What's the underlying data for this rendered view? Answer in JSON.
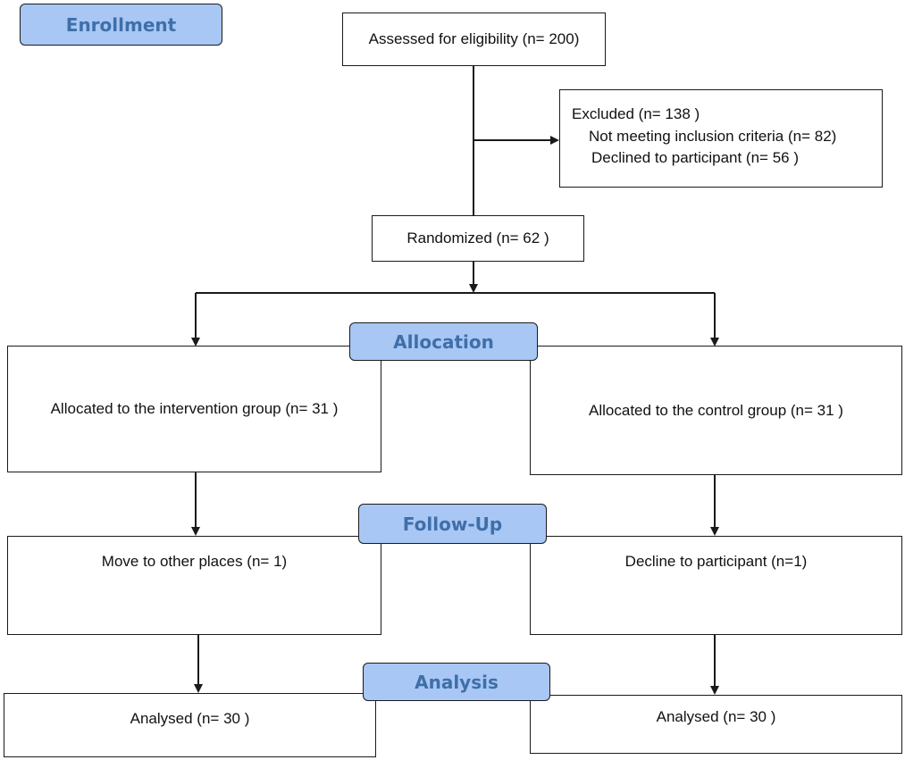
{
  "stages": {
    "enrollment": "Enrollment",
    "allocation": "Allocation",
    "follow_up": "Follow-Up",
    "analysis": "Analysis"
  },
  "assessed": "Assessed for eligibility (n= 200)",
  "excluded": {
    "title": "Excluded  (n= 138 )",
    "items": [
      "Not meeting inclusion criteria (n= 82)",
      "Declined to participant (n= 56 )"
    ]
  },
  "randomized": "Randomized (n= 62 )",
  "allocation": {
    "intervention": "Allocated to the intervention group (n= 31 )",
    "control": "Allocated to the control group (n= 31 )"
  },
  "follow_up": {
    "intervention": "Move to other places (n= 1)",
    "control": "Decline to participant (n=1)"
  },
  "analysis": {
    "intervention": "Analysed  (n= 30 )",
    "control": "Analysed  (n= 30 )"
  },
  "colors": {
    "stage_fill": "#a8c7f5",
    "stage_text": "#3f6fa8",
    "line": "#1a1a1a"
  }
}
